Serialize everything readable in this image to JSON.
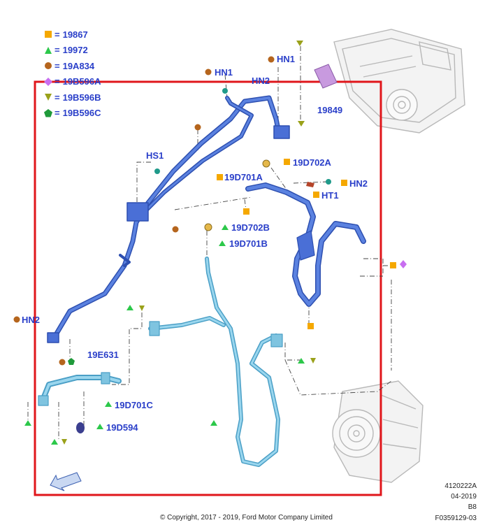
{
  "colors": {
    "frame": "#e0161b",
    "label": "#2a3fc9",
    "hose_dark": "#4a6fd6",
    "hose_light": "#7fc4e0",
    "sym_square": "#f5a800",
    "sym_triangle": "#2cc84a",
    "sym_circle": "#b5651d",
    "sym_diamond": "#c86ef0",
    "sym_tri_down": "#9aa11a",
    "sym_pentagon": "#1f9a3a"
  },
  "legend": [
    {
      "symbol": "square",
      "code": "19867"
    },
    {
      "symbol": "triangle",
      "code": "19972"
    },
    {
      "symbol": "circle",
      "code": "19A834"
    },
    {
      "symbol": "diamond",
      "code": "19B596A"
    },
    {
      "symbol": "triangle-down",
      "code": "19B596B"
    },
    {
      "symbol": "pentagon",
      "code": "19B596C"
    }
  ],
  "labels": {
    "hn1_a": "HN1",
    "hn1_b": "HN1",
    "hn2_top": "HN2",
    "part_19849": "19849",
    "hs1": "HS1",
    "p19d702a": "19D702A",
    "p19d701a": "19D701A",
    "hn2_right": "HN2",
    "ht1": "HT1",
    "p19d702b": "19D702B",
    "p19d701b": "19D701B",
    "hn2_left": "HN2",
    "p19e631": "19E631",
    "p19d701c": "19D701C",
    "p19d594": "19D594"
  },
  "footer": {
    "code1": "4120222A",
    "date": "04-2019",
    "rev": "B8",
    "figure": "F0359129-03",
    "copyright": "© Copyright, 2017 - 2019, Ford Motor Company Limited"
  }
}
